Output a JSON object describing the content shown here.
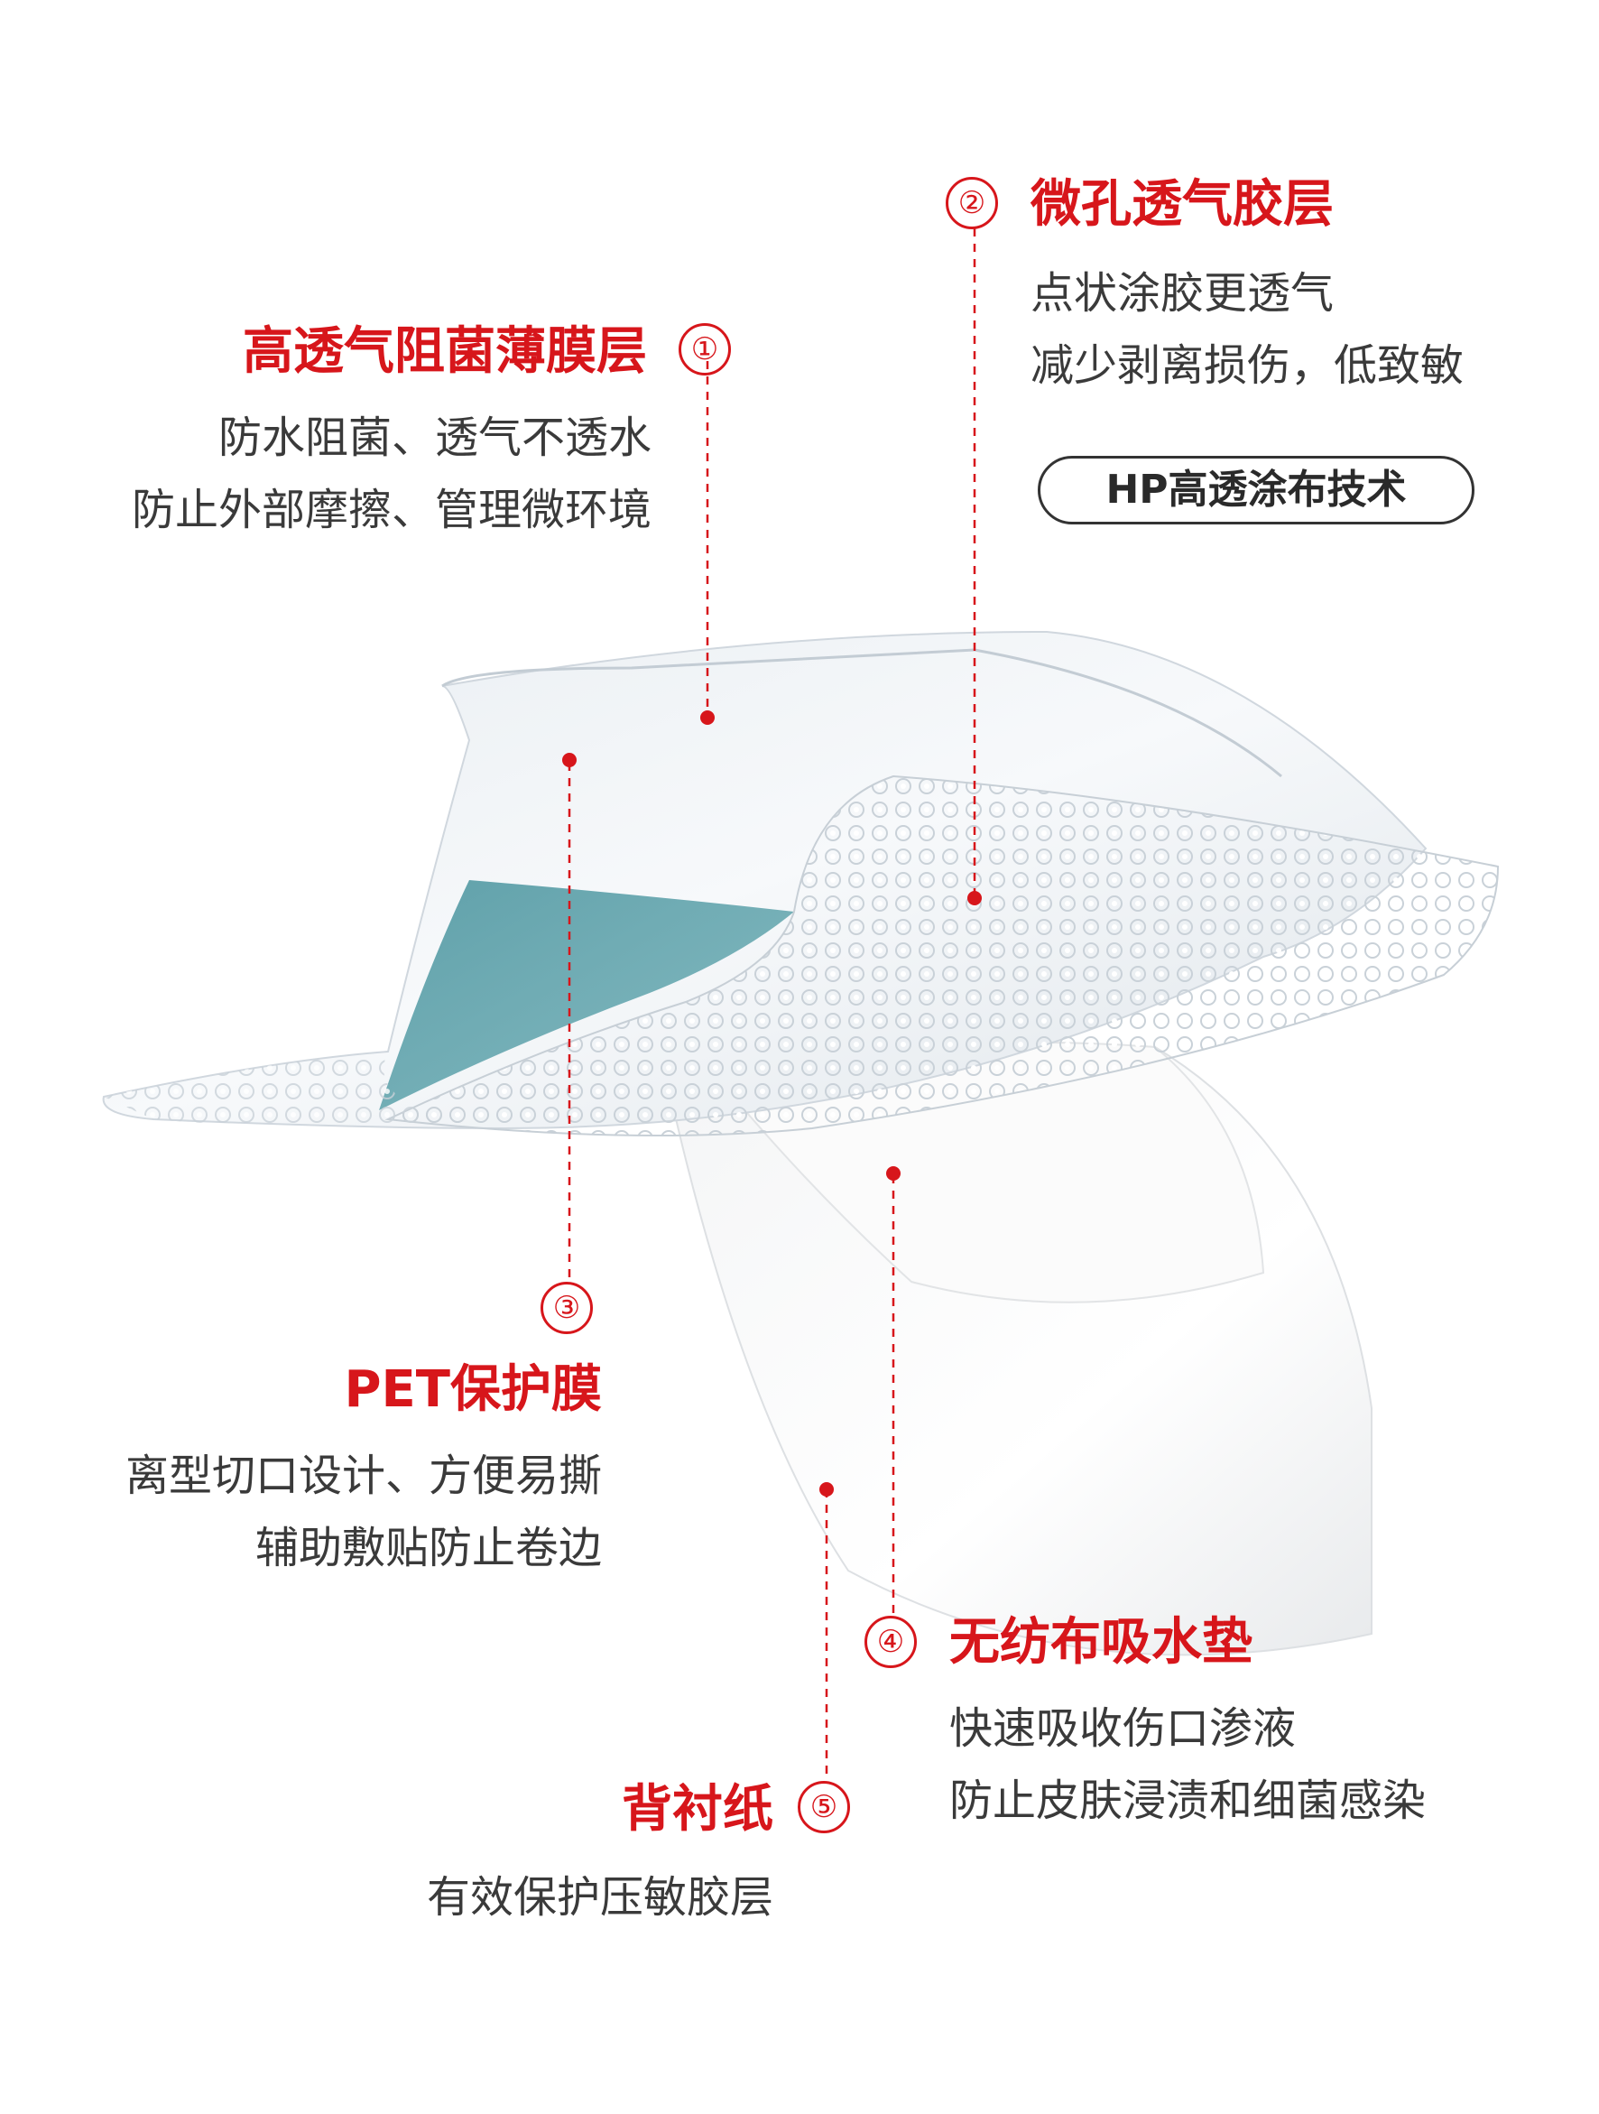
{
  "layers": [
    {
      "number": "①",
      "title": "高透气阻菌薄膜层",
      "lines": [
        "防水阻菌、透气不透水",
        "防止外部摩擦、管理微环境"
      ]
    },
    {
      "number": "②",
      "title": "微孔透气胶层",
      "lines": [
        "点状涂胶更透气",
        "减少剥离损伤，低致敏"
      ],
      "badge": "HP高透涂布技术"
    },
    {
      "number": "③",
      "title": "PET保护膜",
      "lines": [
        "离型切口设计、方便易撕",
        "辅助敷贴防止卷边"
      ]
    },
    {
      "number": "④",
      "title": "无纺布吸水垫",
      "lines": [
        "快速吸收伤口渗液",
        "防止皮肤浸渍和细菌感染"
      ]
    },
    {
      "number": "⑤",
      "title": "背衬纸",
      "lines": [
        "有效保护压敏胶层"
      ]
    }
  ],
  "colors": {
    "accent": "#d7161b",
    "text": "#3a3a3a",
    "pad_teal": "#5a9fa8"
  }
}
